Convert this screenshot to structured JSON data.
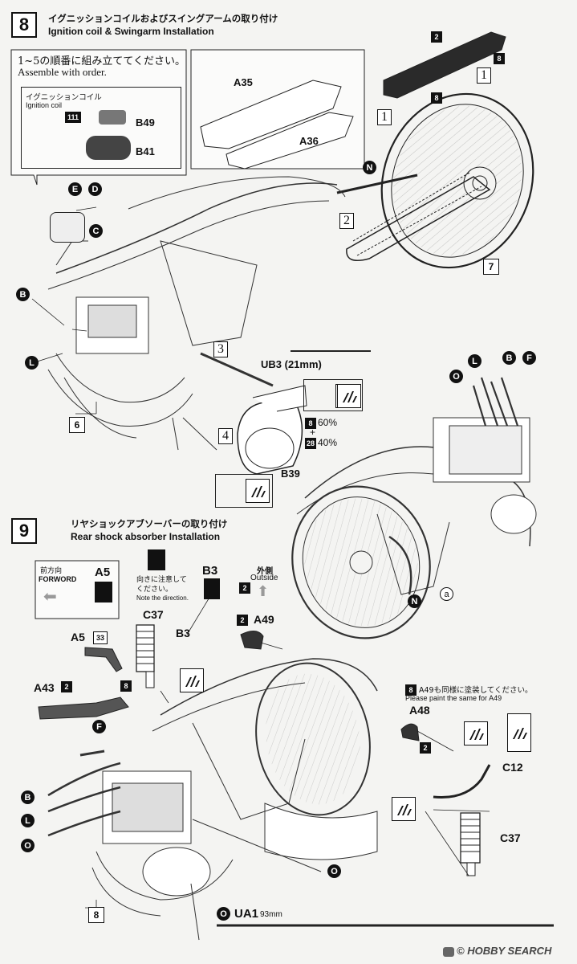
{
  "step8": {
    "number": "8",
    "title_jp": "イグニッションコイルおよびスイングアームの取り付け",
    "title_en": "Ignition coil & Swingarm Installation",
    "note_jp": "1~5の順番に組み立ててください。",
    "note_en": "Assemble with order.",
    "inset_title_jp": "イグニッションコイル",
    "inset_title_en": "Ignition coil",
    "part_111": "111",
    "part_b49": "B49",
    "part_b41": "B41",
    "part_a35": "A35",
    "part_a36": "A36",
    "ub3": "UB3 (21mm)",
    "b39": "B39",
    "paint_8": "8",
    "paint_8_pct": "60%",
    "plus": "+",
    "paint_28": "28",
    "paint_28_pct": "40%",
    "color_2": "2",
    "color_8": "8",
    "color_7": "7",
    "color_6": "6",
    "order_1": "1",
    "order_2": "2",
    "order_3": "3",
    "order_4": "4",
    "marker_e": "E",
    "marker_d": "D",
    "marker_c": "C",
    "marker_b": "B",
    "marker_l": "L",
    "marker_n": "N",
    "marker_o": "O",
    "marker_f": "F",
    "marker_a": "a"
  },
  "step9": {
    "number": "9",
    "title_jp": "リヤショックアブソーバーの取り付け",
    "title_en": "Rear shock absorber Installation",
    "forward_jp": "前方向",
    "forward_en": "FORWORD",
    "a5": "A5",
    "direction_jp_1": "向きに注意して",
    "direction_jp_2": "ください。",
    "direction_en": "Note the direction.",
    "b3": "B3",
    "outside_jp": "外側",
    "outside_en": "Outside",
    "c37": "C37",
    "a49": "A49",
    "a43": "A43",
    "part_33": "33",
    "same_jp": "A49も同様に塗装してください。",
    "same_en": "Please paint the same for A49",
    "a48": "A48",
    "c12": "C12",
    "color_2": "2",
    "color_8": "8",
    "marker_f": "F",
    "marker_b": "B",
    "marker_l": "L",
    "marker_o": "O",
    "color_8_bottom": "8",
    "ua1": "UA1",
    "ua1_len": "93mm"
  },
  "footer": {
    "brand": "HOBBY SEARCH",
    "copyright": "©"
  }
}
